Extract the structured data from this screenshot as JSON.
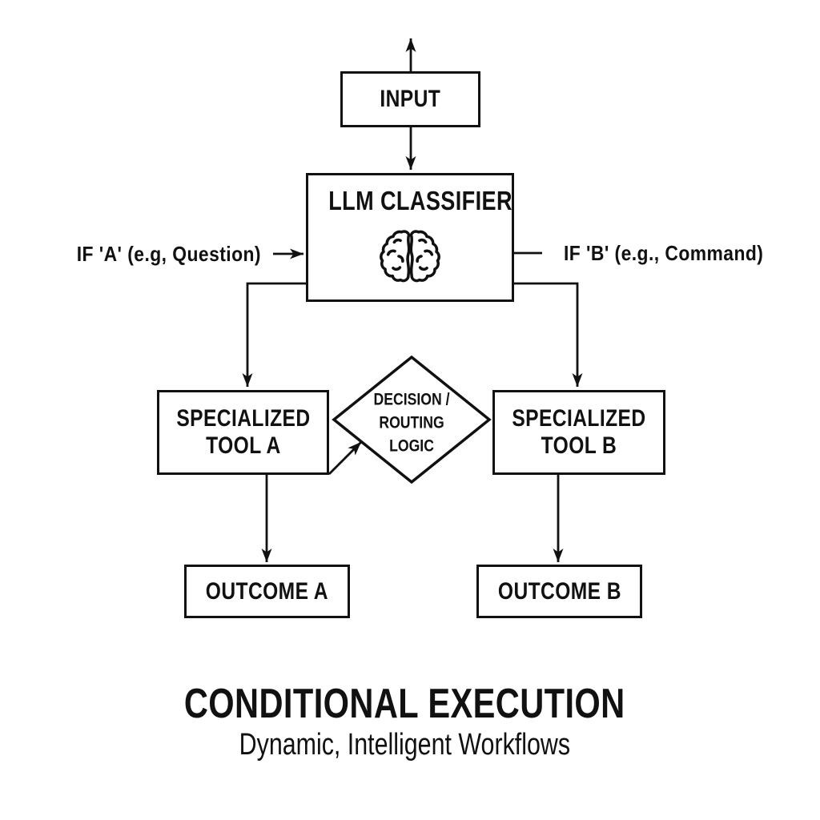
{
  "title": "CONDITIONAL EXECUTION",
  "subtitle": "Dynamic, Intelligent Workflows",
  "nodes": {
    "input": {
      "label": "INPUT"
    },
    "classifier": {
      "label": "LLM CLASSIFIER",
      "icon": "brain-icon"
    },
    "decision": {
      "line1": "DECISION /",
      "line2": "ROUTING",
      "line3": "LOGIC"
    },
    "tool_a": {
      "line1": "SPECIALIZED",
      "line2": "TOOL A"
    },
    "tool_b": {
      "line1": "SPECIALIZED",
      "line2": "TOOL B"
    },
    "outcome_a": {
      "label": "OUTCOME A"
    },
    "outcome_b": {
      "label": "OUTCOME B"
    }
  },
  "edge_labels": {
    "if_a": "IF 'A' (e.g, Question)",
    "if_b": "IF 'B' (e.g., Command)"
  },
  "colors": {
    "ink": "#111111",
    "background": "#ffffff"
  }
}
